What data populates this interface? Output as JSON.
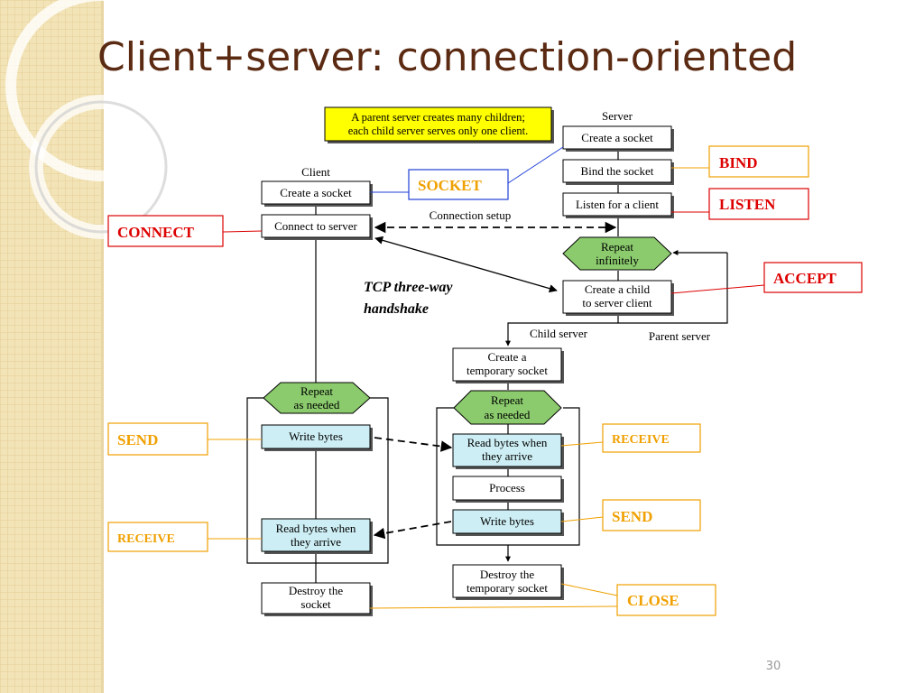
{
  "slide": {
    "title": "Client+server: connection-oriented",
    "page_number": "30"
  },
  "diagram": {
    "note": [
      "A parent server creates many children;",
      "each child server serves only one client."
    ],
    "client_label": "Client",
    "server_label": "Server",
    "client_boxes": {
      "create_socket": [
        "Create a socket"
      ],
      "connect": [
        "Connect to server"
      ],
      "repeat": [
        "Repeat",
        "as needed"
      ],
      "write": [
        "Write bytes"
      ],
      "read": [
        "Read bytes when",
        "they arrive"
      ],
      "destroy": [
        "Destroy the",
        "socket"
      ]
    },
    "server_boxes": {
      "create_socket": [
        "Create a socket"
      ],
      "bind": [
        "Bind the socket"
      ],
      "listen": [
        "Listen for a client"
      ],
      "repeat": [
        "Repeat",
        "infinitely"
      ],
      "create_child": [
        "Create a child",
        "to server client"
      ]
    },
    "child_boxes": {
      "create_temp": [
        "Create a",
        "temporary socket"
      ],
      "repeat": [
        "Repeat",
        "as needed"
      ],
      "read": [
        "Read bytes when",
        "they arrive"
      ],
      "process": [
        "Process"
      ],
      "write": [
        "Write bytes"
      ],
      "destroy": [
        "Destroy the",
        "temporary socket"
      ]
    },
    "edge_labels": {
      "connection_setup": "Connection setup",
      "child_server": "Child server",
      "parent_server": "Parent server",
      "handshake": [
        "TCP three-way",
        "handshake"
      ]
    },
    "callouts": {
      "socket": "SOCKET",
      "bind": "BIND",
      "listen": "LISTEN",
      "connect": "CONNECT",
      "accept": "ACCEPT",
      "send_client": "SEND",
      "receive_client": "RECEIVE",
      "receive_server": "RECEIVE",
      "send_server": "SEND",
      "close": "CLOSE"
    },
    "colors": {
      "red_callout": "#dd0000",
      "orange_callout": "#f0a000",
      "blue_callout": "#1f3fd6",
      "repeat_fill": "#8bcb6d",
      "data_box_fill": "#cdeef4",
      "note_fill": "#ffff00",
      "title": "#5b2a12"
    }
  }
}
